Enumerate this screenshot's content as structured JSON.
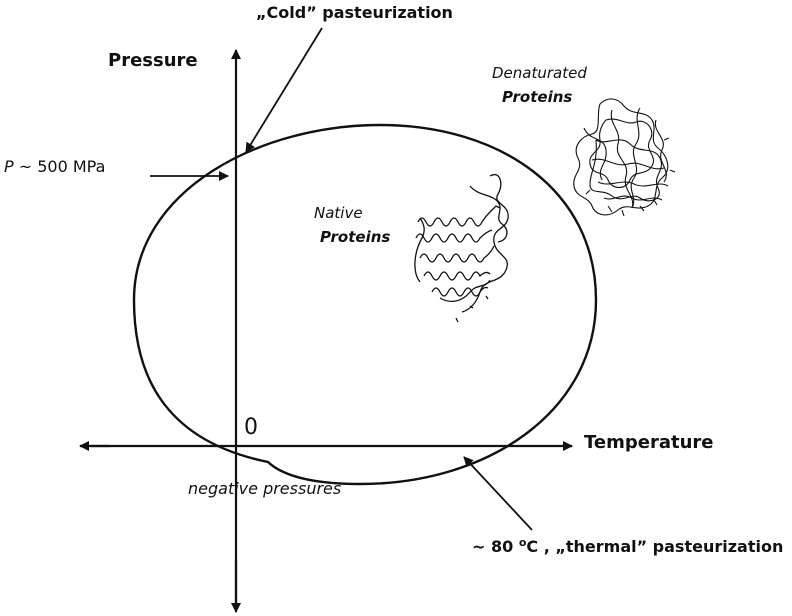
{
  "axes": {
    "y_label": "Pressure",
    "x_label": "Temperature",
    "origin_label": "0"
  },
  "annotations": {
    "cold_pasteurization": "„Cold” pasteurization",
    "pressure_symbol": "P",
    "pressure_value": " ~ 500 MPa",
    "thermal_prefix": "~ 80 ",
    "thermal_unit_o": "o",
    "thermal_unit_c": "C",
    "thermal_suffix": " , „thermal” pasteurization",
    "negative_pressures": "negative pressures"
  },
  "regions": {
    "native_line1": "Native",
    "native_line2": "Proteins",
    "denatured_line1": "Denaturated",
    "denatured_line2": "Proteins"
  }
}
